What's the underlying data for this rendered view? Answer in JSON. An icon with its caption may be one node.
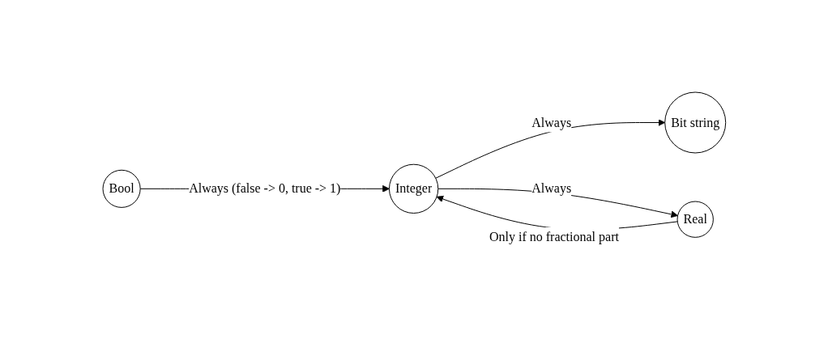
{
  "diagram": {
    "nodes": [
      {
        "text": [
          "Bit string"
        ]
      },
      {
        "text": [
          "Bool"
        ]
      },
      {
        "text": [
          "Integer"
        ]
      },
      {
        "text": [
          "Real"
        ]
      }
    ],
    "edges": [
      {
        "from": 1,
        "to": 2,
        "arrow": "to",
        "label": "Always (false -> 0, true -> 1)"
      },
      {
        "from": 2,
        "to": 0,
        "arrow": "to",
        "label": "Always"
      },
      {
        "from": 3,
        "to": 2,
        "arrow": "to",
        "label": "Only if no fractional part"
      },
      {
        "from": 2,
        "to": 3,
        "arrow": "to",
        "label": "Always"
      }
    ]
  }
}
